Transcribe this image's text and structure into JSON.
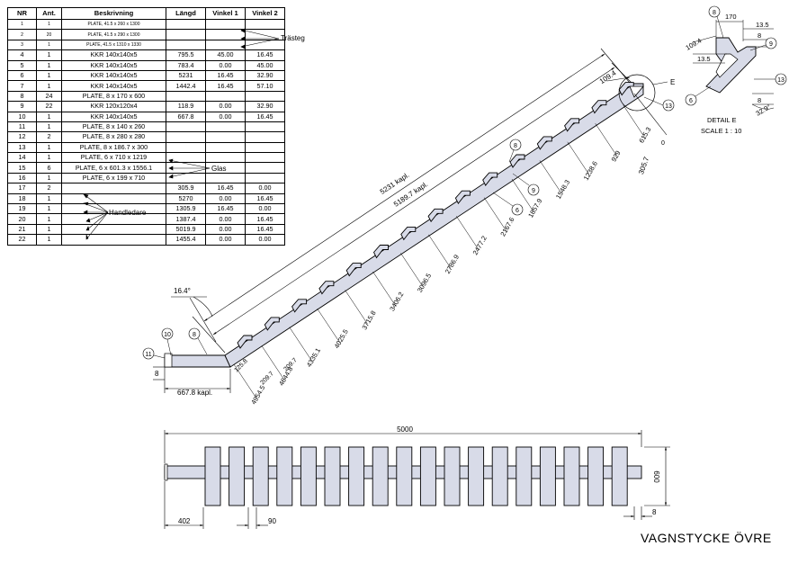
{
  "bom": {
    "headers": [
      "NR",
      "Ant.",
      "Beskrivning",
      "Längd",
      "Vinkel 1",
      "Vinkel 2"
    ],
    "rows": [
      {
        "nr": "1",
        "ant": "1",
        "desc": "PLATE, 41.5 x 260 x 1300",
        "len": "",
        "v1": "",
        "v2": "",
        "tiny": true
      },
      {
        "nr": "2",
        "ant": "20",
        "desc": "PLATE, 41.5 x 290 x 1300",
        "len": "",
        "v1": "",
        "v2": "",
        "tiny": true
      },
      {
        "nr": "3",
        "ant": "1",
        "desc": "PLATE, 41.5 x 1310 x 1330",
        "len": "",
        "v1": "",
        "v2": "",
        "tiny": true
      },
      {
        "nr": "4",
        "ant": "1",
        "desc": "KKR 140x140x5",
        "len": "795.5",
        "v1": "45.00",
        "v2": "16.45"
      },
      {
        "nr": "5",
        "ant": "1",
        "desc": "KKR 140x140x5",
        "len": "783.4",
        "v1": "0.00",
        "v2": "45.00"
      },
      {
        "nr": "6",
        "ant": "1",
        "desc": "KKR 140x140x5",
        "len": "5231",
        "v1": "16.45",
        "v2": "32.90"
      },
      {
        "nr": "7",
        "ant": "1",
        "desc": "KKR 140x140x5",
        "len": "1442.4",
        "v1": "16.45",
        "v2": "57.10"
      },
      {
        "nr": "8",
        "ant": "24",
        "desc": "PLATE, 8 x 170 x 600",
        "len": "",
        "v1": "",
        "v2": ""
      },
      {
        "nr": "9",
        "ant": "22",
        "desc": "KKR 120x120x4",
        "len": "118.9",
        "v1": "0.00",
        "v2": "32.90"
      },
      {
        "nr": "10",
        "ant": "1",
        "desc": "KKR 140x140x5",
        "len": "667.8",
        "v1": "0.00",
        "v2": "16.45"
      },
      {
        "nr": "11",
        "ant": "1",
        "desc": "PLATE, 8 x 140 x 260",
        "len": "",
        "v1": "",
        "v2": ""
      },
      {
        "nr": "12",
        "ant": "2",
        "desc": "PLATE, 8 x 280 x 280",
        "len": "",
        "v1": "",
        "v2": ""
      },
      {
        "nr": "13",
        "ant": "1",
        "desc": "PLATE, 8 x 186.7 x 300",
        "len": "",
        "v1": "",
        "v2": ""
      },
      {
        "nr": "14",
        "ant": "1",
        "desc": "PLATE, 6 x 710 x 1219",
        "len": "",
        "v1": "",
        "v2": ""
      },
      {
        "nr": "15",
        "ant": "6",
        "desc": "PLATE, 6 x 601.3 x 1556.1",
        "len": "",
        "v1": "",
        "v2": ""
      },
      {
        "nr": "16",
        "ant": "1",
        "desc": "PLATE, 6 x 199 x 710",
        "len": "",
        "v1": "",
        "v2": ""
      },
      {
        "nr": "17",
        "ant": "2",
        "desc": "",
        "len": "305.9",
        "v1": "16.45",
        "v2": "0.00"
      },
      {
        "nr": "18",
        "ant": "1",
        "desc": "",
        "len": "5270",
        "v1": "0.00",
        "v2": "16.45"
      },
      {
        "nr": "19",
        "ant": "1",
        "desc": "",
        "len": "1305.9",
        "v1": "16.45",
        "v2": "0.00"
      },
      {
        "nr": "20",
        "ant": "1",
        "desc": "",
        "len": "1387.4",
        "v1": "0.00",
        "v2": "16.45"
      },
      {
        "nr": "21",
        "ant": "1",
        "desc": "",
        "len": "5019.9",
        "v1": "0.00",
        "v2": "16.45"
      },
      {
        "nr": "22",
        "ant": "1",
        "desc": "",
        "len": "1455.4",
        "v1": "0.00",
        "v2": "0.00"
      }
    ],
    "group_labels": {
      "trasteg": "Trästeg",
      "glas": "Glas",
      "handledare": "Handledare"
    }
  },
  "side_view": {
    "dims_long": [
      "5231 kapl.",
      "5189.7 kapl."
    ],
    "angle": "16.4°",
    "dim_8": "8",
    "bottom_length": "667.8 kapl.",
    "dim_top_a": "109.4",
    "dim_top_b": "305.7",
    "zero": "0",
    "detail_label": "E",
    "small_dims": [
      "125.8",
      "209.7",
      "209.7"
    ],
    "stations": [
      "4954.5",
      "4644.8",
      "4335.1",
      "4025.5",
      "3715.8",
      "3406.2",
      "3096.5",
      "2786.9",
      "2477.2",
      "2167.6",
      "1857.9",
      "1548.3",
      "1238.6",
      "929",
      "615.3"
    ],
    "balloons": [
      "11",
      "10",
      "8",
      "8",
      "9",
      "6",
      "13"
    ]
  },
  "detail": {
    "dims": [
      "170",
      "13.5",
      "8",
      "109.4",
      "13.5",
      "8",
      "32.9°"
    ],
    "balloons": [
      "8",
      "9",
      "6",
      "13"
    ],
    "caption": "DETAIL E",
    "scale": "SCALE 1 : 10"
  },
  "top_view": {
    "overall": "5000",
    "width": "600",
    "offset": "402",
    "gap": "90",
    "thick": "8",
    "plates_count": 18
  },
  "title": "VAGNSTYCKE ÖVRE"
}
